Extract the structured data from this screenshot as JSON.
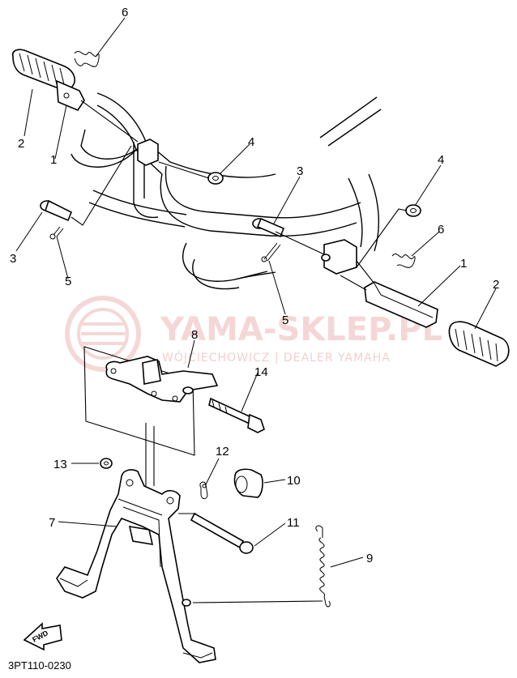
{
  "diagram": {
    "callouts": [
      "6",
      "2",
      "1",
      "4",
      "3",
      "5",
      "3",
      "4",
      "6",
      "1",
      "5",
      "2",
      "8",
      "14",
      "13",
      "12",
      "10",
      "7",
      "11",
      "9"
    ],
    "drawing_code": "3PT110-0230",
    "fwd_label": "FWD"
  },
  "watermark": {
    "title": "YAMA-SKLEP.PL",
    "subtitle": "WÓJCIECHOWICZ | DEALER YAMAHA",
    "color": "#e9a7a7"
  }
}
